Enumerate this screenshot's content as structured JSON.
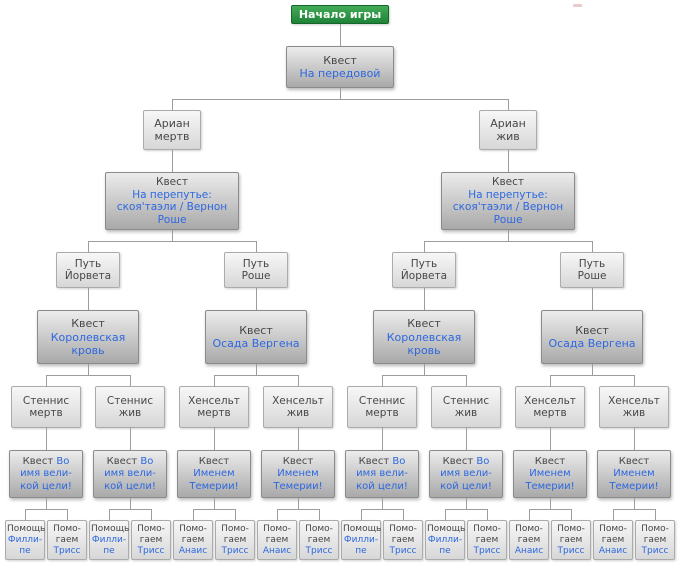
{
  "colors": {
    "start_top": "#43ab57",
    "start_bottom": "#1e8338",
    "start_border": "#15662a",
    "quest_top": "#ececec",
    "quest_bottom": "#a9a9a9",
    "quest_border": "#8b8b8b",
    "state_top": "#f7f7f7",
    "state_bottom": "#d7d7d7",
    "state_border": "#ababab",
    "link_blue": "#2d68e0",
    "text_dark": "#474747",
    "text_white": "#ffffff",
    "line_gray": "#9d9d9d"
  },
  "tree": {
    "name": "game-start",
    "type": "start",
    "label": "Начало игры",
    "children": [
      {
        "name": "quest-front-line",
        "type": "quest",
        "label": "Квест",
        "sub": "На передовой",
        "children": [
          {
            "name": "arian-dead",
            "type": "state",
            "label": "Ариан\nмертв",
            "children": [
              {
                "name": "quest-crossroads",
                "type": "quest",
                "label": "Квест",
                "sub": "На перепутье:\nскоя'таэли / Вернон\nРоше",
                "children": [
                  {
                    "name": "path-iorveth",
                    "type": "state",
                    "label": "Путь\nЙорвета",
                    "children": [
                      {
                        "name": "quest-royal-blood",
                        "type": "quest",
                        "label": "Квест",
                        "sub": "Королевская\nкровь",
                        "children": [
                          {
                            "name": "stennis-dead",
                            "type": "state",
                            "label": "Стеннис\nмертв",
                            "children": [
                              {
                                "name": "quest-great-cause",
                                "type": "quest-inline",
                                "label": "Квест",
                                "sub": "Во имя вели-\nкой цели!",
                                "children": [
                                  {
                                    "name": "help-philippa",
                                    "type": "help",
                                    "label": "Помощь",
                                    "sub": "Филли-\nпе"
                                  },
                                  {
                                    "name": "help-triss",
                                    "type": "help",
                                    "label": "Помо-\nгаем",
                                    "sub": "Трисс"
                                  }
                                ]
                              }
                            ]
                          },
                          {
                            "name": "stennis-alive",
                            "type": "state",
                            "label": "Стеннис\nжив",
                            "children": [
                              {
                                "name": "quest-great-cause",
                                "type": "quest-inline",
                                "label": "Квест",
                                "sub": "Во имя вели-\nкой цели!",
                                "children": [
                                  {
                                    "name": "help-philippa",
                                    "type": "help",
                                    "label": "Помощь",
                                    "sub": "Филли-\nпе"
                                  },
                                  {
                                    "name": "help-triss",
                                    "type": "help",
                                    "label": "Помо-\nгаем",
                                    "sub": "Трисс"
                                  }
                                ]
                              }
                            ]
                          }
                        ]
                      }
                    ]
                  },
                  {
                    "name": "path-roche",
                    "type": "state",
                    "label": "Путь\nРоше",
                    "children": [
                      {
                        "name": "quest-siege-of-vergen",
                        "type": "quest",
                        "label": "Квест",
                        "sub": "Осада Вергена",
                        "children": [
                          {
                            "name": "henselt-dead",
                            "type": "state",
                            "label": "Хенсельт\nмертв",
                            "children": [
                              {
                                "name": "quest-in-temerias-name",
                                "type": "quest",
                                "label": "Квест",
                                "sub": "Именем\nТемерии!",
                                "children": [
                                  {
                                    "name": "help-anais",
                                    "type": "help",
                                    "label": "Помо-\nгаем",
                                    "sub": "Анаис"
                                  },
                                  {
                                    "name": "help-triss",
                                    "type": "help",
                                    "label": "Помо-\nгаем",
                                    "sub": "Трисс"
                                  }
                                ]
                              }
                            ]
                          },
                          {
                            "name": "henselt-alive",
                            "type": "state",
                            "label": "Хенсельт\nжив",
                            "children": [
                              {
                                "name": "quest-in-temerias-name",
                                "type": "quest",
                                "label": "Квест",
                                "sub": "Именем\nТемерии!",
                                "children": [
                                  {
                                    "name": "help-anais",
                                    "type": "help",
                                    "label": "Помо-\nгаем",
                                    "sub": "Анаис"
                                  },
                                  {
                                    "name": "help-triss",
                                    "type": "help",
                                    "label": "Помо-\nгаем",
                                    "sub": "Трисс"
                                  }
                                ]
                              }
                            ]
                          }
                        ]
                      }
                    ]
                  }
                ]
              }
            ]
          },
          {
            "name": "arian-alive",
            "type": "state",
            "label": "Ариан\nжив",
            "children": [
              {
                "name": "quest-crossroads",
                "type": "quest",
                "label": "Квест",
                "sub": "На перепутье:\nскоя'таэли / Вернон\nРоше",
                "children": [
                  {
                    "name": "path-iorveth",
                    "type": "state",
                    "label": "Путь\nЙорвета",
                    "children": [
                      {
                        "name": "quest-royal-blood",
                        "type": "quest",
                        "label": "Квест",
                        "sub": "Королевская\nкровь",
                        "children": [
                          {
                            "name": "stennis-dead",
                            "type": "state",
                            "label": "Стеннис\nмертв",
                            "children": [
                              {
                                "name": "quest-great-cause",
                                "type": "quest-inline",
                                "label": "Квест",
                                "sub": "Во имя вели-\nкой цели!",
                                "children": [
                                  {
                                    "name": "help-philippa",
                                    "type": "help",
                                    "label": "Помощь",
                                    "sub": "Филли-\nпе"
                                  },
                                  {
                                    "name": "help-triss",
                                    "type": "help",
                                    "label": "Помо-\nгаем",
                                    "sub": "Трисс"
                                  }
                                ]
                              }
                            ]
                          },
                          {
                            "name": "stennis-alive",
                            "type": "state",
                            "label": "Стеннис\nжив",
                            "children": [
                              {
                                "name": "quest-great-cause",
                                "type": "quest-inline",
                                "label": "Квест",
                                "sub": "Во имя вели-\nкой цели!",
                                "children": [
                                  {
                                    "name": "help-philippa",
                                    "type": "help",
                                    "label": "Помощь",
                                    "sub": "Филли-\nпе"
                                  },
                                  {
                                    "name": "help-triss",
                                    "type": "help",
                                    "label": "Помо-\nгаем",
                                    "sub": "Трисс"
                                  }
                                ]
                              }
                            ]
                          }
                        ]
                      }
                    ]
                  },
                  {
                    "name": "path-roche",
                    "type": "state",
                    "label": "Путь\nРоше",
                    "children": [
                      {
                        "name": "quest-siege-of-vergen",
                        "type": "quest",
                        "label": "Квест",
                        "sub": "Осада Вергена",
                        "children": [
                          {
                            "name": "henselt-dead",
                            "type": "state",
                            "label": "Хенсельт\nмертв",
                            "children": [
                              {
                                "name": "quest-in-temerias-name",
                                "type": "quest",
                                "label": "Квест",
                                "sub": "Именем\nТемерии!",
                                "children": [
                                  {
                                    "name": "help-anais",
                                    "type": "help",
                                    "label": "Помо-\nгаем",
                                    "sub": "Анаис"
                                  },
                                  {
                                    "name": "help-triss",
                                    "type": "help",
                                    "label": "Помо-\nгаем",
                                    "sub": "Трисс"
                                  }
                                ]
                              }
                            ]
                          },
                          {
                            "name": "henselt-alive",
                            "type": "state",
                            "label": "Хенсельт\nжив",
                            "children": [
                              {
                                "name": "quest-in-temerias-name",
                                "type": "quest",
                                "label": "Квест",
                                "sub": "Именем\nТемерии!",
                                "children": [
                                  {
                                    "name": "help-anais",
                                    "type": "help",
                                    "label": "Помо-\nгаем",
                                    "sub": "Анаис"
                                  },
                                  {
                                    "name": "help-triss",
                                    "type": "help",
                                    "label": "Помо-\nгаем",
                                    "sub": "Трисс"
                                  }
                                ]
                              }
                            ]
                          }
                        ]
                      }
                    ]
                  }
                ]
              }
            ]
          }
        ]
      }
    ]
  }
}
